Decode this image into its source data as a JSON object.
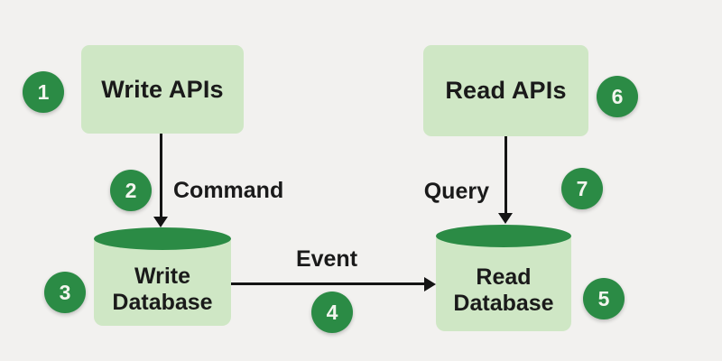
{
  "colors": {
    "background": "#f2f1ef",
    "node_fill": "#cfe7c5",
    "badge_fill": "#2b8b45",
    "badge_text": "#f2f5ee",
    "line": "#141414",
    "text": "#1a1a1a"
  },
  "nodes": {
    "write_apis": {
      "label": "Write APIs",
      "badge": "1"
    },
    "write_db": {
      "label_line1": "Write",
      "label_line2": "Database",
      "badge": "3"
    },
    "read_apis": {
      "label": "Read APIs",
      "badge": "6"
    },
    "read_db": {
      "label_line1": "Read",
      "label_line2": "Database",
      "badge": "5"
    }
  },
  "edges": {
    "command": {
      "label": "Command",
      "badge": "2"
    },
    "event": {
      "label": "Event",
      "badge": "4"
    },
    "query": {
      "label": "Query",
      "badge": "7"
    }
  }
}
